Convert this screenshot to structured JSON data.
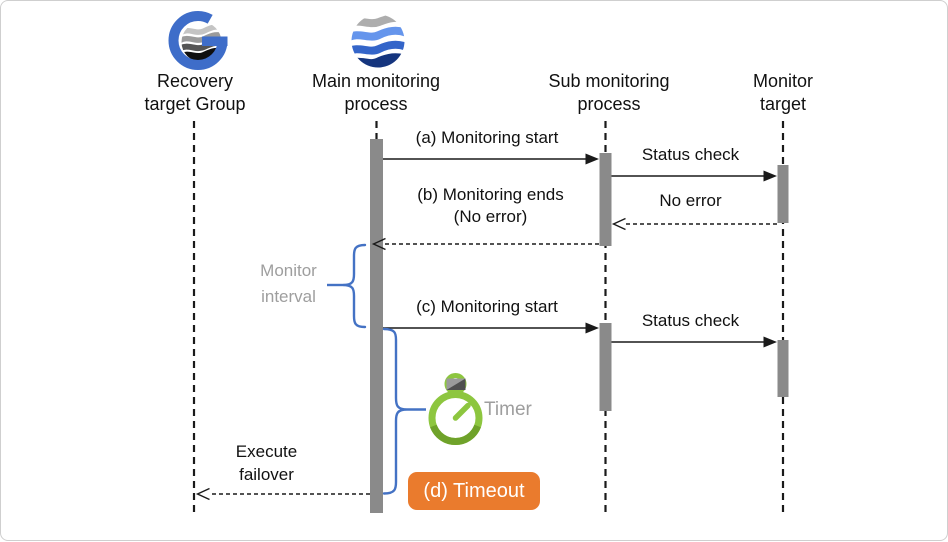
{
  "diagram_type": "sequence-diagram",
  "colors": {
    "activation_bar": "#8a8a8a",
    "lifeline": "#1a1a1a",
    "accent_blue": "#4472c4",
    "timeout_orange": "#ea7b2d",
    "timer_green": "#8dc63f",
    "timer_green_dark": "#6fa22a",
    "muted_text": "#9e9e9e"
  },
  "lifelines": [
    {
      "id": "recovery-target-group",
      "label": "Recovery\ntarget Group",
      "icon": "g-globe-icon"
    },
    {
      "id": "main-monitoring-process",
      "label": "Main monitoring\nprocess",
      "icon": "wave-sphere-icon"
    },
    {
      "id": "sub-monitoring-process",
      "label": "Sub monitoring\nprocess",
      "icon": null
    },
    {
      "id": "monitor-target",
      "label": "Monitor\ntarget",
      "icon": null
    }
  ],
  "messages": {
    "monitoring_start_a": {
      "label": "(a) Monitoring start",
      "from": "Main monitoring process",
      "to": "Sub monitoring process",
      "line": "solid"
    },
    "status_check_1": {
      "label": "Status check",
      "from": "Sub monitoring process",
      "to": "Monitor target",
      "line": "solid"
    },
    "no_error": {
      "label": "No error",
      "from": "Monitor target",
      "to": "Sub monitoring process",
      "line": "dashed"
    },
    "monitoring_ends_b": {
      "label": "(b) Monitoring ends\n(No error)",
      "from": "Sub monitoring process",
      "to": "Main monitoring process",
      "line": "dashed"
    },
    "monitoring_start_c": {
      "label": "(c) Monitoring start",
      "from": "Main monitoring process",
      "to": "Sub monitoring process",
      "line": "solid"
    },
    "status_check_2": {
      "label": "Status check",
      "from": "Sub monitoring process",
      "to": "Monitor target",
      "line": "solid"
    },
    "execute_failover": {
      "label": "Execute\nfailover",
      "from": "Main monitoring process",
      "to": "Recovery target Group",
      "line": "dashed"
    }
  },
  "annotations": {
    "monitor_interval": {
      "label": "Monitor\ninterval"
    },
    "timer": {
      "label": "Timer"
    },
    "timeout": {
      "label": "(d) Timeout"
    }
  }
}
